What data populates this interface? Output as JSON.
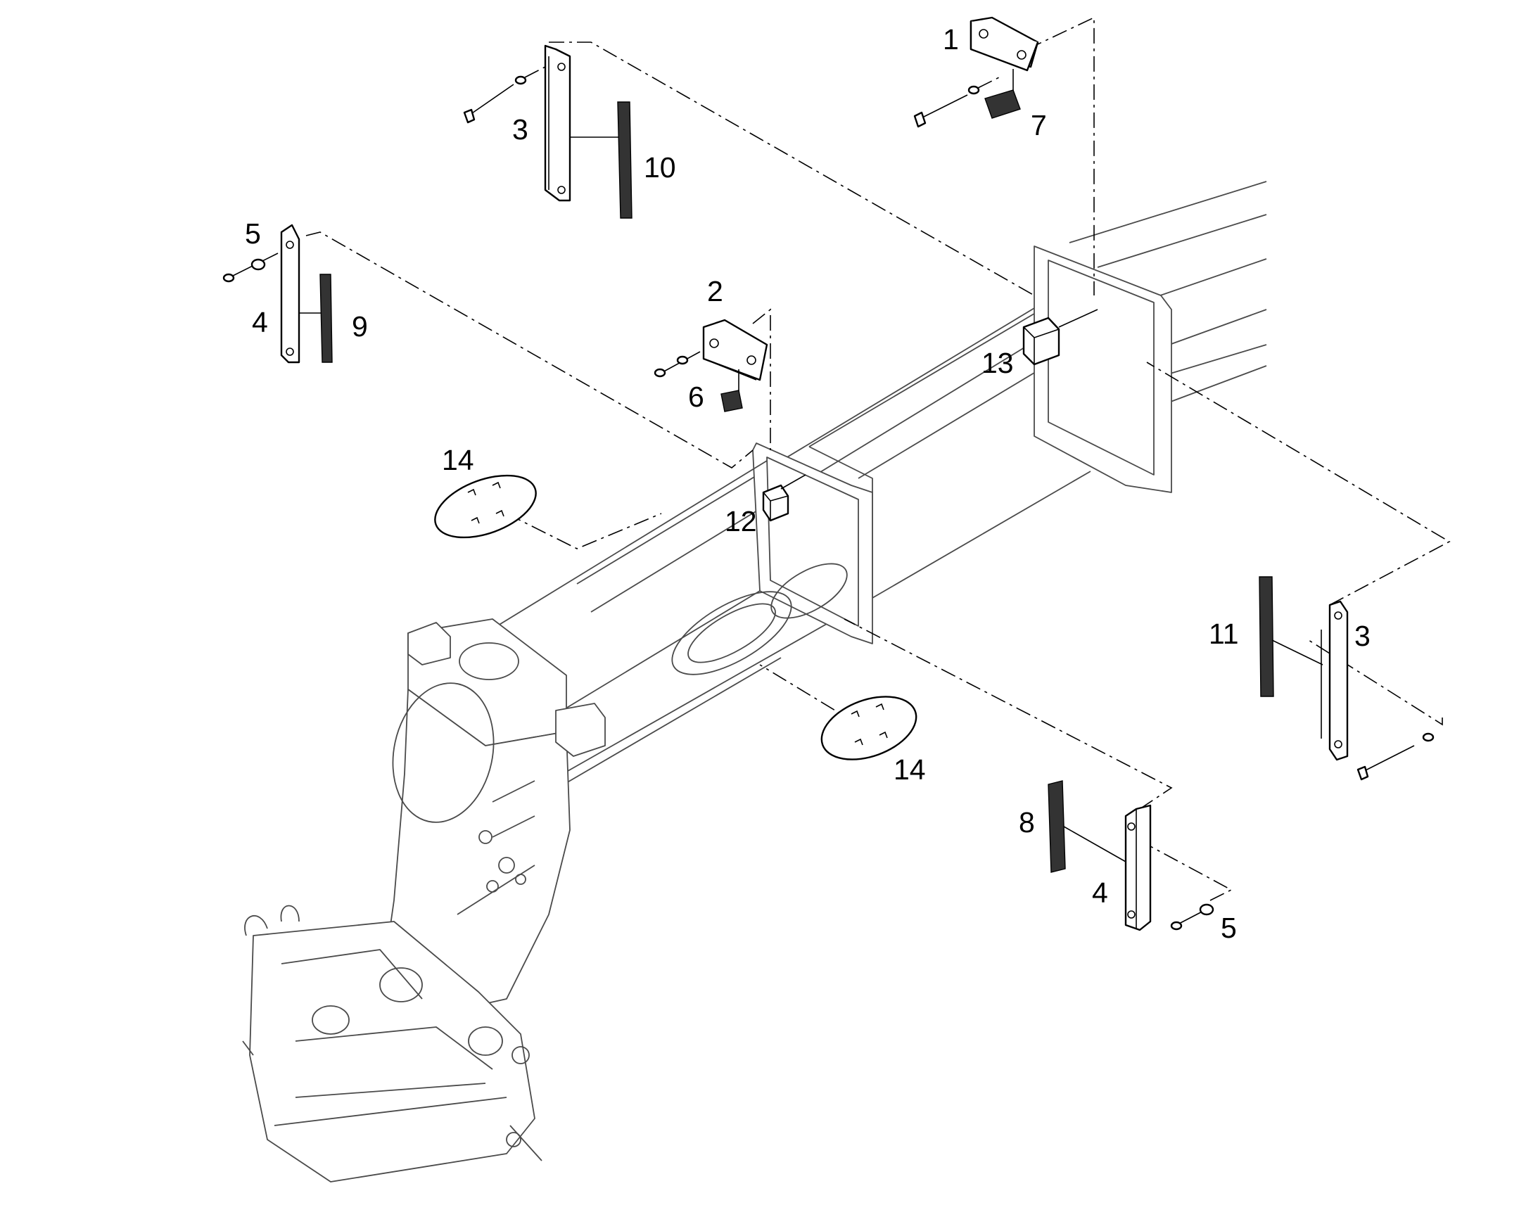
{
  "callouts": [
    {
      "id": "c1",
      "label": "1"
    },
    {
      "id": "c2",
      "label": "2"
    },
    {
      "id": "c3a",
      "label": "3"
    },
    {
      "id": "c3b",
      "label": "3"
    },
    {
      "id": "c4a",
      "label": "4"
    },
    {
      "id": "c4b",
      "label": "4"
    },
    {
      "id": "c5a",
      "label": "5"
    },
    {
      "id": "c5b",
      "label": "5"
    },
    {
      "id": "c6",
      "label": "6"
    },
    {
      "id": "c7",
      "label": "7"
    },
    {
      "id": "c8",
      "label": "8"
    },
    {
      "id": "c9",
      "label": "9"
    },
    {
      "id": "c10",
      "label": "10"
    },
    {
      "id": "c11",
      "label": "11"
    },
    {
      "id": "c12",
      "label": "12"
    },
    {
      "id": "c13",
      "label": "13"
    },
    {
      "id": "c14a",
      "label": "14"
    },
    {
      "id": "c14b",
      "label": "14"
    }
  ]
}
